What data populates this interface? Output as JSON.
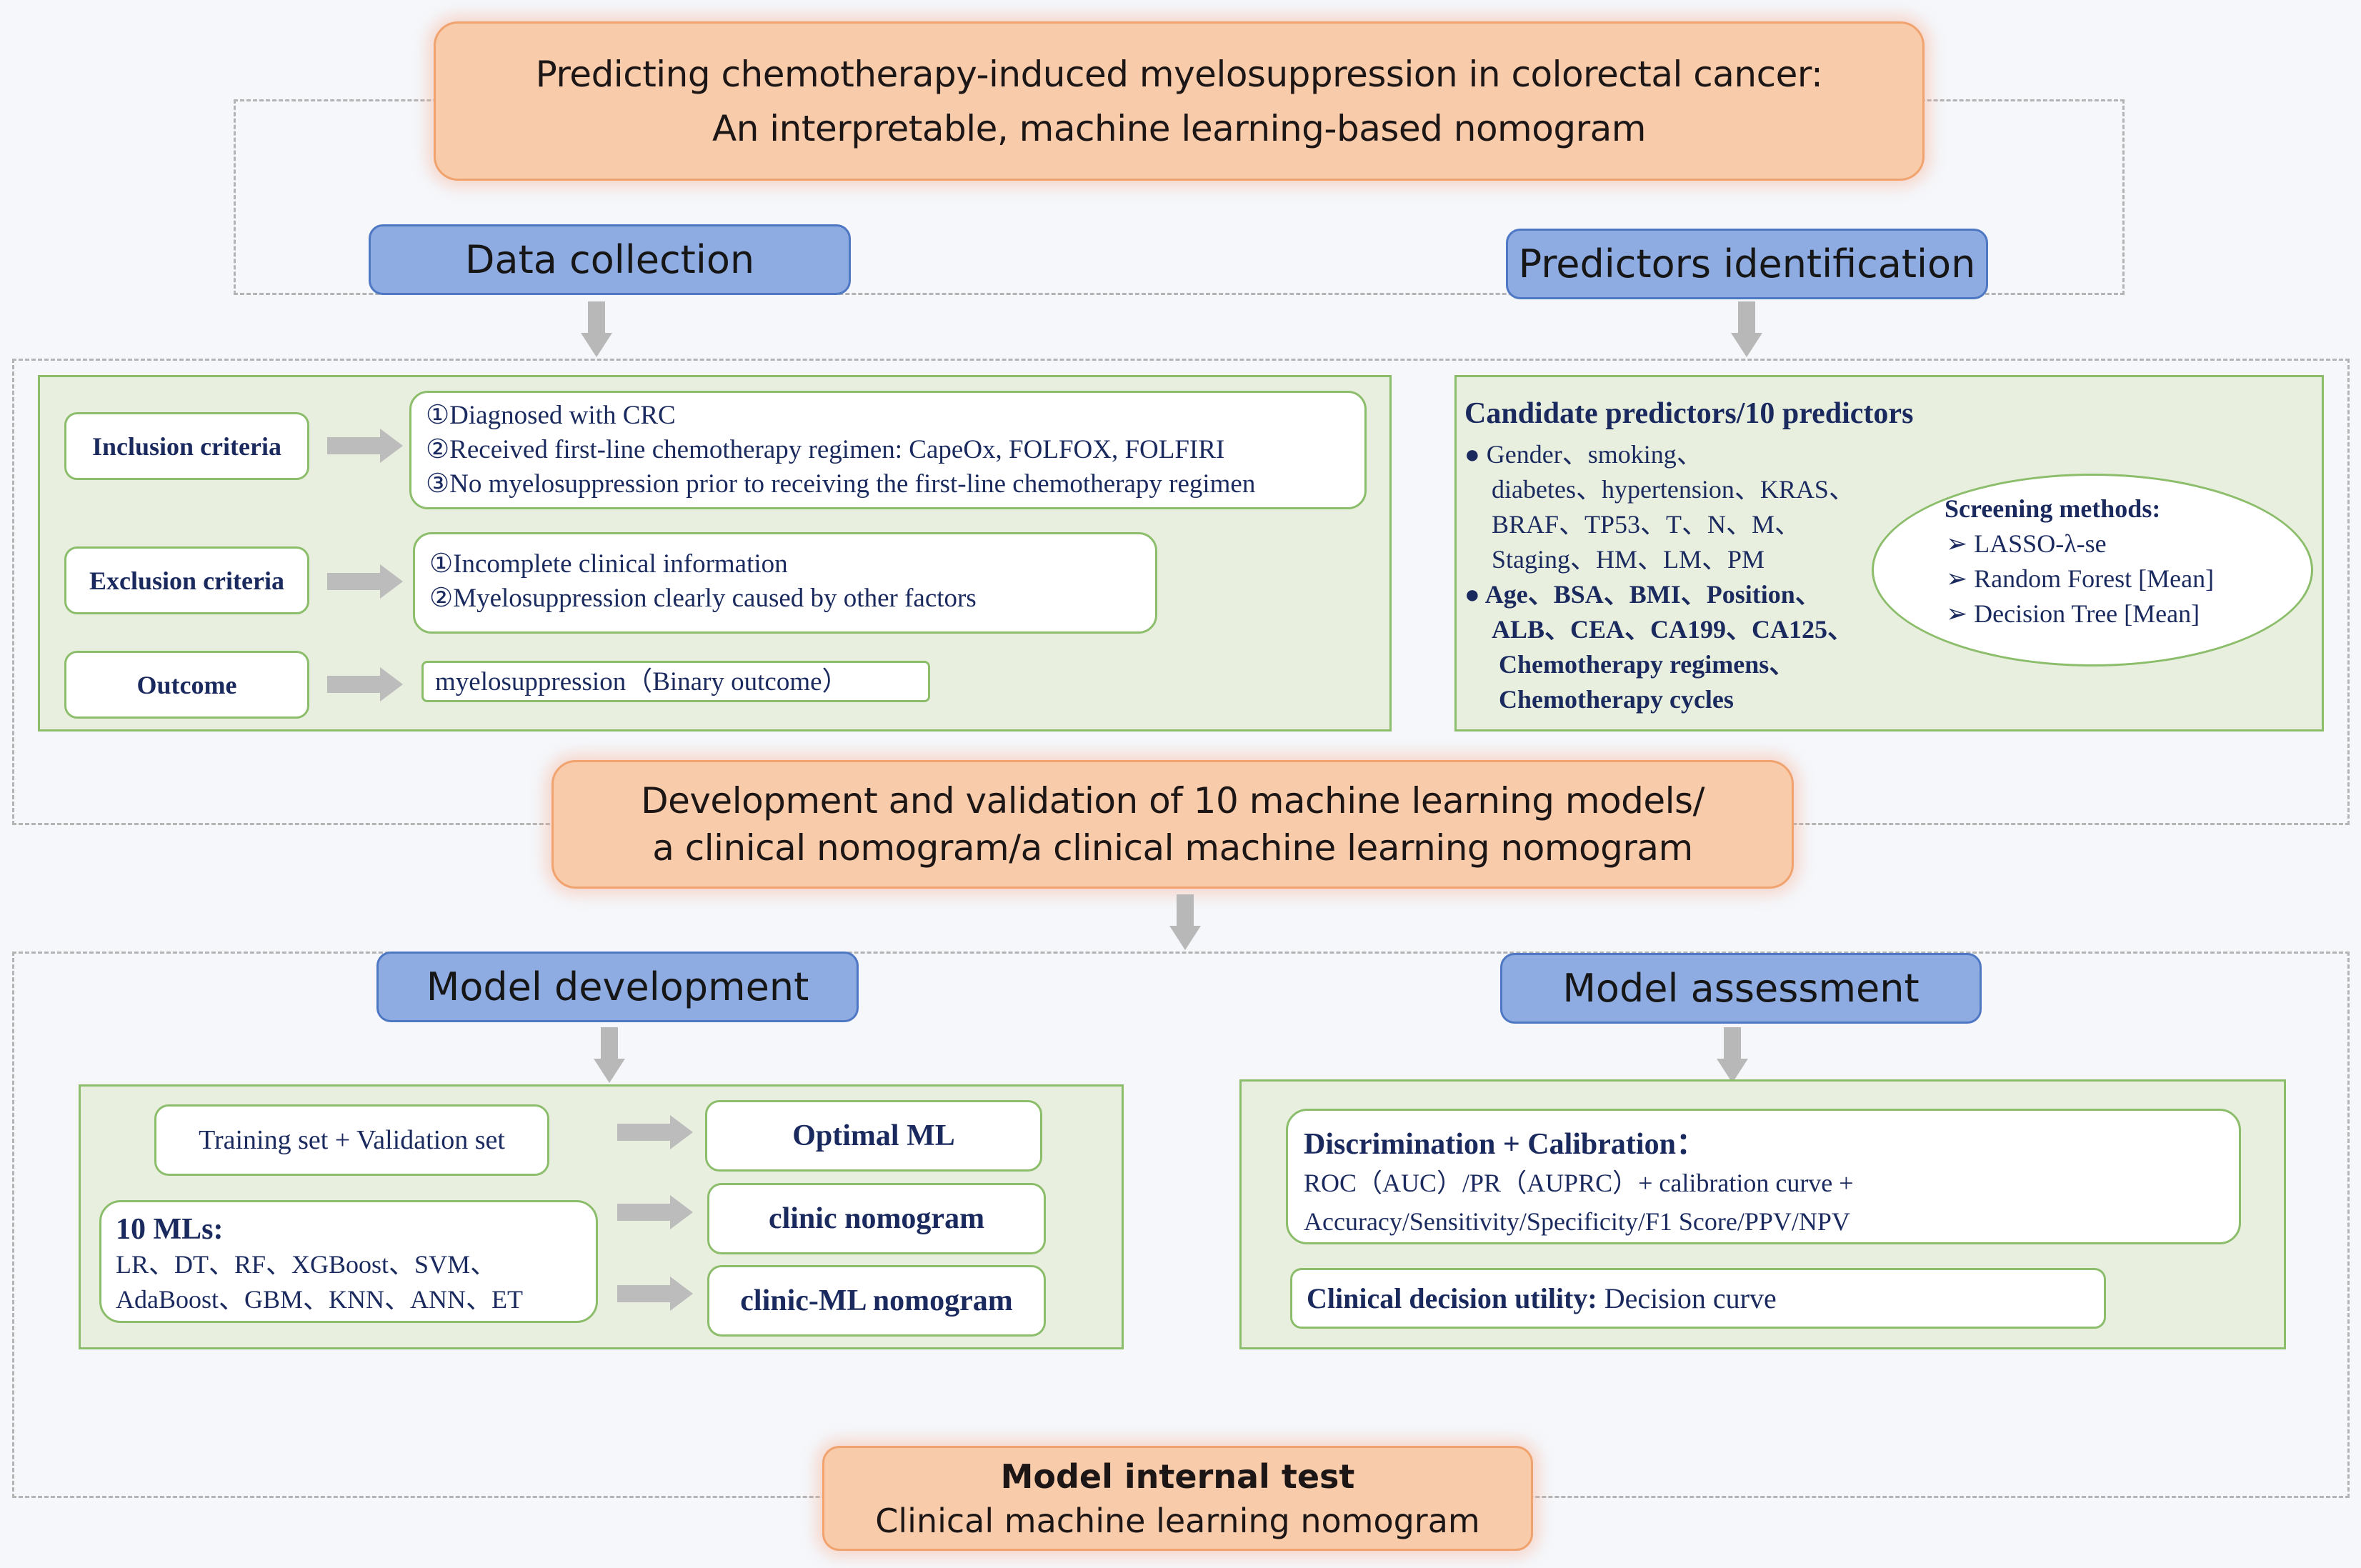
{
  "title": {
    "line1": "Predicting chemotherapy-induced myelosuppression in colorectal cancer:",
    "line2": "An interpretable, machine learning-based nomogram"
  },
  "headers": {
    "data_collection": "Data collection",
    "predictors_identification": "Predictors identification",
    "model_development": "Model development",
    "model_assessment": "Model assessment"
  },
  "data_collection": {
    "inclusion": {
      "label": "Inclusion criteria",
      "items": [
        "①Diagnosed with CRC",
        "②Received first-line chemotherapy regimen: CapeOx, FOLFOX, FOLFIRI",
        "③No myelosuppression prior to receiving the first-line chemotherapy regimen"
      ]
    },
    "exclusion": {
      "label": "Exclusion criteria",
      "items": [
        "①Incomplete clinical information",
        "②Myelosuppression clearly caused by other factors"
      ]
    },
    "outcome": {
      "label": "Outcome",
      "value": "myelosuppression（Binary outcome）"
    }
  },
  "predictors": {
    "title": "Candidate predictors/10 predictors",
    "group1": [
      "Gender、smoking、",
      "diabetes、hypertension、KRAS、",
      "BRAF、TP53、T、N、M、",
      "Staging、HM、LM、PM"
    ],
    "group2": [
      "Age、BSA、BMI、Position、",
      "ALB、CEA、CA199、CA125、",
      "Chemotherapy  regimens、",
      "Chemotherapy  cycles"
    ],
    "screening": {
      "title": "Screening methods:",
      "methods": [
        "LASSO-λ-se",
        "Random Forest [Mean]",
        "Decision Tree [Mean]"
      ]
    }
  },
  "development": {
    "line1": "Development and validation of 10 machine learning models/",
    "line2": "a clinical nomogram/a clinical machine learning nomogram"
  },
  "model_development": {
    "training": "Training set + Validation set",
    "mls_title": "10 MLs:",
    "mls_line1": "LR、DT、RF、XGBoost、SVM、",
    "mls_line2": "AdaBoost、GBM、KNN、ANN、ET",
    "outputs": [
      "Optimal ML",
      "clinic nomogram",
      "clinic-ML nomogram"
    ]
  },
  "model_assessment": {
    "disc_title": "Discrimination + Calibration：",
    "disc_line1": "ROC（AUC）/PR（AUPRC）+ calibration curve +",
    "disc_line2": "Accuracy/Sensitivity/Specificity/F1 Score/PPV/NPV",
    "clin_label": "Clinical decision utility:",
    "clin_value": " Decision curve"
  },
  "internal_test": {
    "title": "Model internal test",
    "subtitle": "Clinical machine learning nomogram"
  },
  "colors": {
    "orange_fill": "#f8ccaa",
    "blue_fill": "#8eabe2",
    "green_fill": "#e9efdf",
    "green_border": "#8bbd6a",
    "text_navy": "#1a2a5e"
  }
}
